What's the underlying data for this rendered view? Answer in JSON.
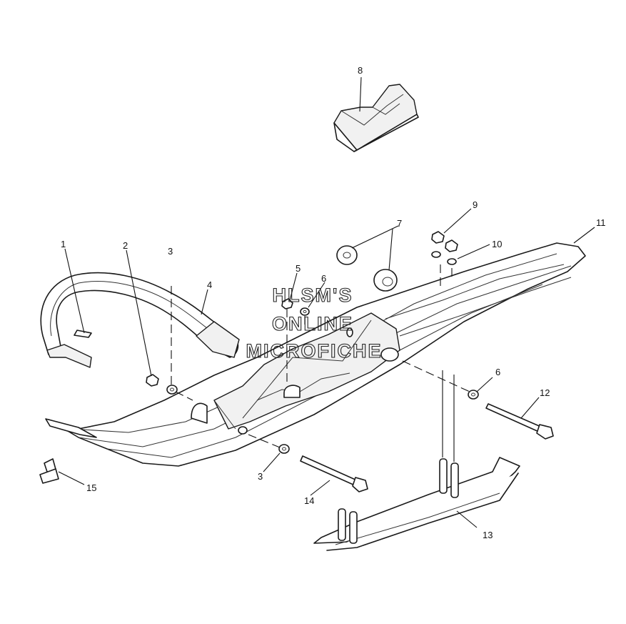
{
  "watermark": {
    "line1": "HLSM'S",
    "line2": "ONLINE",
    "line3": "MICROFICHE"
  },
  "callouts": [
    {
      "id": "1",
      "label": "1"
    },
    {
      "id": "2",
      "label": "2"
    },
    {
      "id": "3a",
      "label": "3"
    },
    {
      "id": "4",
      "label": "4"
    },
    {
      "id": "5",
      "label": "5"
    },
    {
      "id": "6a",
      "label": "6"
    },
    {
      "id": "7",
      "label": "7"
    },
    {
      "id": "8",
      "label": "8"
    },
    {
      "id": "9",
      "label": "9"
    },
    {
      "id": "10",
      "label": "10"
    },
    {
      "id": "11",
      "label": "11"
    },
    {
      "id": "6b",
      "label": "6"
    },
    {
      "id": "12",
      "label": "12"
    },
    {
      "id": "3b",
      "label": "3"
    },
    {
      "id": "14",
      "label": "14"
    },
    {
      "id": "13",
      "label": "13"
    },
    {
      "id": "15",
      "label": "15"
    }
  ]
}
